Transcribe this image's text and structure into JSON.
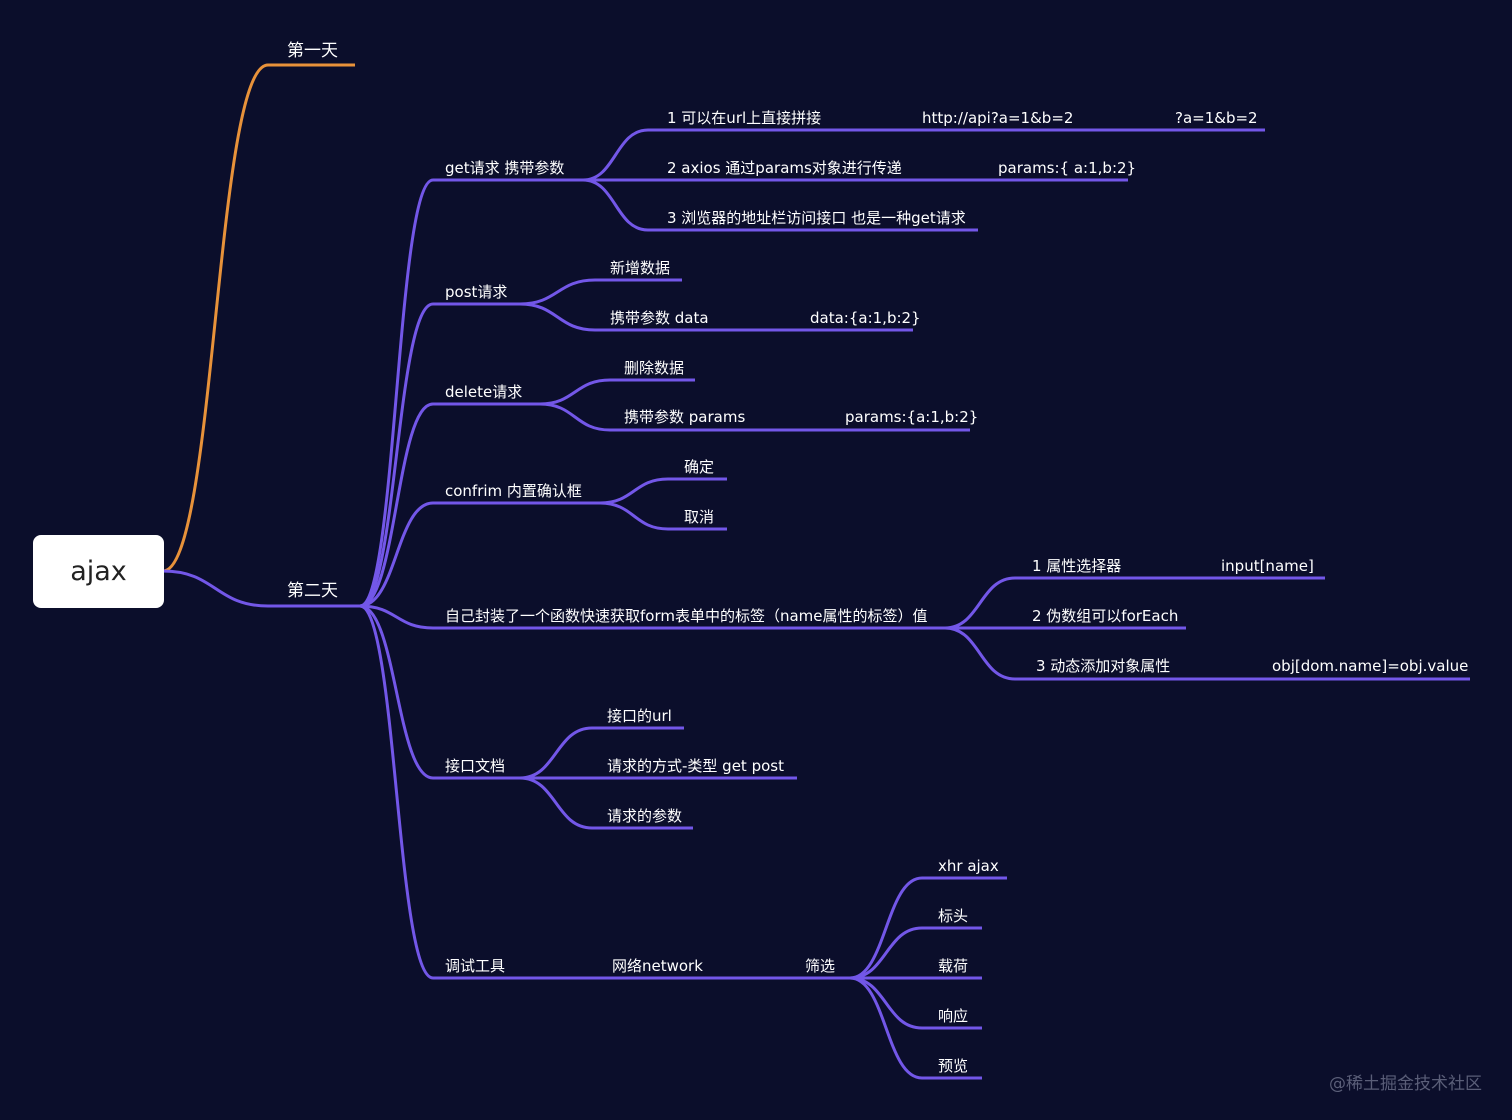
{
  "root": {
    "label": "ajax"
  },
  "day1": {
    "label": "第一天"
  },
  "day2": {
    "label": "第二天",
    "get": {
      "label": "get请求 携带参数",
      "items": [
        {
          "label": "1 可以在url上直接拼接",
          "detail": "http://api?a=1&b=2",
          "detail2": "?a=1&b=2"
        },
        {
          "label": "2 axios 通过params对象进行传递",
          "detail": "params:{ a:1,b:2}"
        },
        {
          "label": "3 浏览器的地址栏访问接口 也是一种get请求"
        }
      ]
    },
    "post": {
      "label": "post请求",
      "items": [
        {
          "label": "新增数据"
        },
        {
          "label": "携带参数 data",
          "detail": "data:{a:1,b:2}"
        }
      ]
    },
    "delete": {
      "label": "delete请求",
      "items": [
        {
          "label": "删除数据"
        },
        {
          "label": "携带参数 params",
          "detail": "params:{a:1,b:2}"
        }
      ]
    },
    "confirm": {
      "label": "confrim 内置确认框",
      "items": [
        {
          "label": "确定"
        },
        {
          "label": "取消"
        }
      ]
    },
    "form": {
      "label": "自己封装了一个函数快速获取form表单中的标签（name属性的标签）值",
      "items": [
        {
          "label": "1 属性选择器",
          "detail": "input[name]"
        },
        {
          "label": "2 伪数组可以forEach"
        },
        {
          "label": "3 动态添加对象属性",
          "detail": "obj[dom.name]=obj.value"
        }
      ]
    },
    "doc": {
      "label": "接口文档",
      "items": [
        {
          "label": "接口的url"
        },
        {
          "label": "请求的方式-类型 get post"
        },
        {
          "label": "请求的参数"
        }
      ]
    },
    "debug": {
      "label": "调试工具",
      "network": "网络network",
      "filter": "筛选",
      "items": [
        {
          "label": "xhr ajax"
        },
        {
          "label": "标头"
        },
        {
          "label": "载荷"
        },
        {
          "label": "响应"
        },
        {
          "label": "预览"
        }
      ]
    }
  },
  "watermark": "@稀土掘金技术社区",
  "colors": {
    "background": "#0b0e2b",
    "branch_day1": "#e8923a",
    "branch_main": "#7357e8",
    "root_fill": "#ffffff"
  }
}
